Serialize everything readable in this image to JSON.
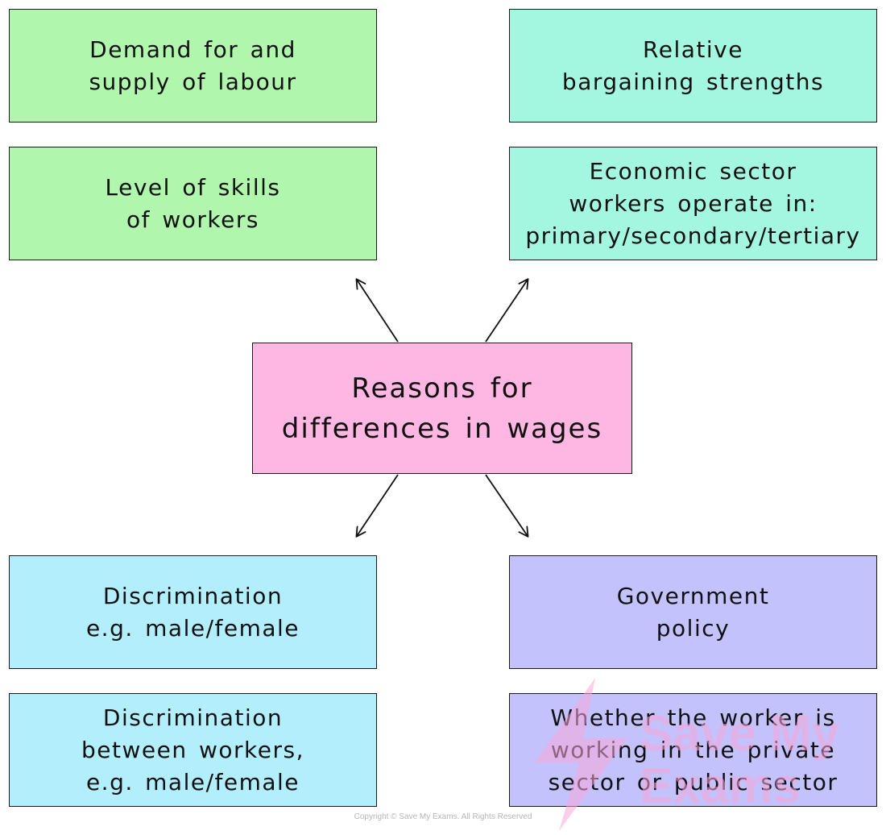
{
  "center": {
    "text": "Reasons for\ndifferences in wages",
    "color": "#feb6e2"
  },
  "boxes": [
    {
      "text": "Demand for and\nsupply of labour",
      "color": "#b0f7ad"
    },
    {
      "text": "Level of skills\nof workers",
      "color": "#b0f7ad"
    },
    {
      "text": "Relative\nbargaining strengths",
      "color": "#a3f7e0"
    },
    {
      "text": "Economic sector\nworkers operate in:\nprimary/secondary/tertiary",
      "color": "#a3f7e0"
    },
    {
      "text": "Discrimination\ne.g. male/female",
      "color": "#b3eefc"
    },
    {
      "text": "Discrimination\nbetween workers,\ne.g. male/female",
      "color": "#b3eefc"
    },
    {
      "text": "Government\npolicy",
      "color": "#c3c2fd"
    },
    {
      "text": "Whether the worker is\nworking in the private\nsector or public sector",
      "color": "#c3c2fd"
    }
  ],
  "watermark_icon": "save-my-exams-logo-icon",
  "copyright": "Copyright © Save My Exams. All Rights Reserved"
}
